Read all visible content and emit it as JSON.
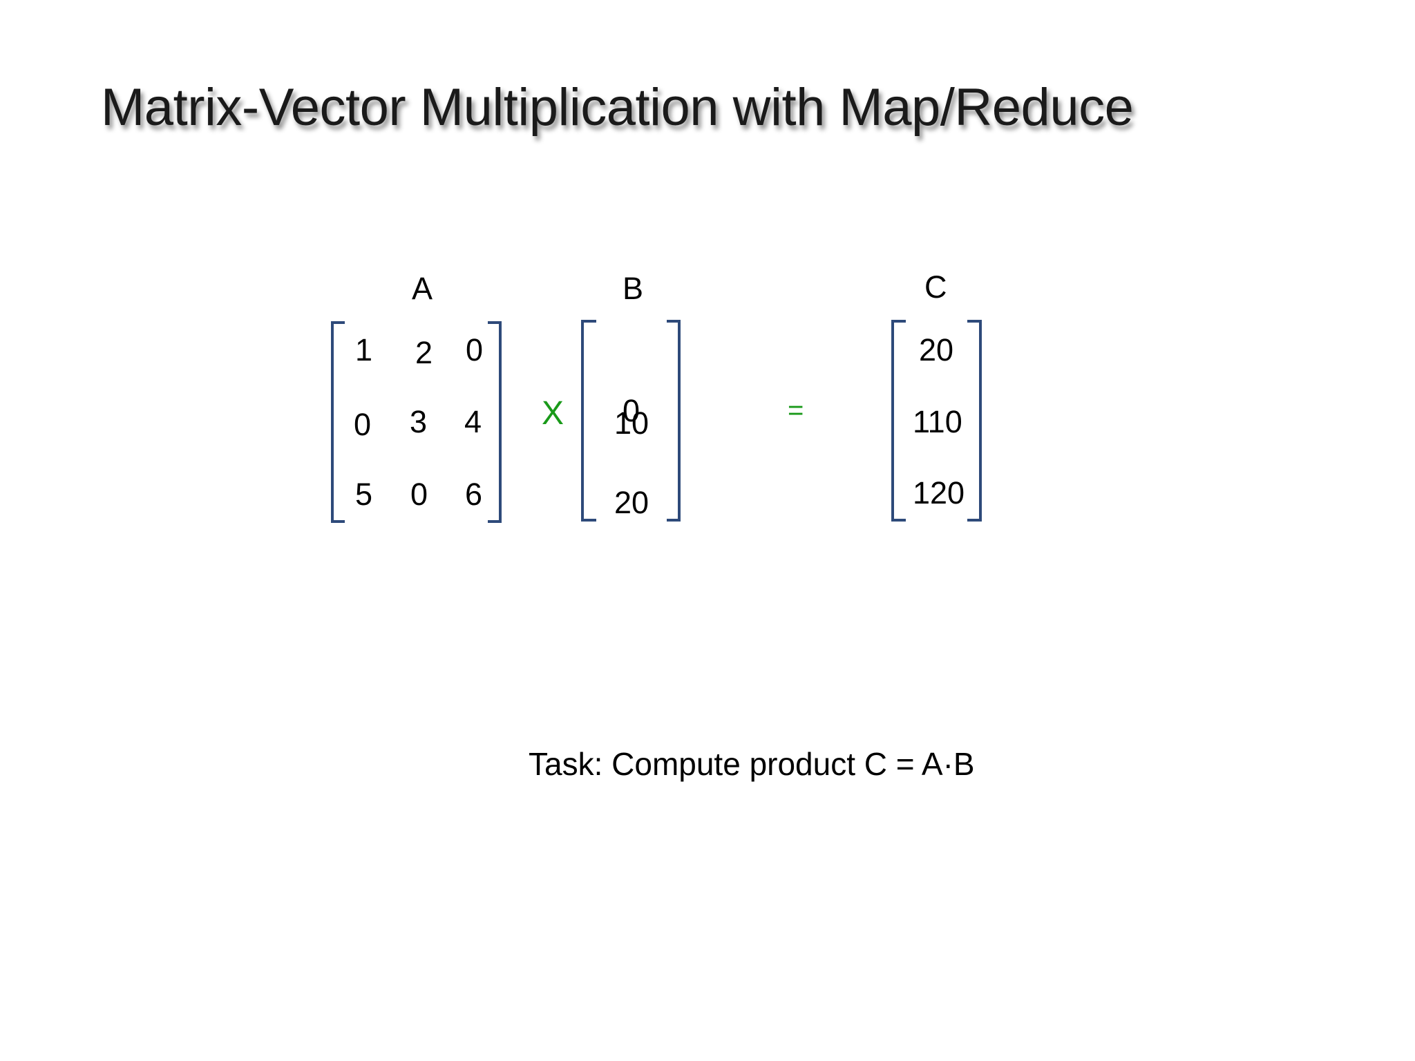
{
  "slide": {
    "title": "Matrix-Vector Multiplication with Map/Reduce",
    "task": "Task: Compute product C = A·B"
  },
  "matrices": {
    "a": {
      "label": "A",
      "rows": [
        [
          "1",
          "2",
          "0"
        ],
        [
          "0",
          "3",
          "4"
        ],
        [
          "5",
          "0",
          "6"
        ]
      ]
    },
    "b": {
      "label": "B",
      "rows": [
        "0",
        "10",
        "20"
      ]
    },
    "c": {
      "label": "C",
      "rows": [
        "20",
        "110",
        "120"
      ]
    }
  },
  "operators": {
    "multiply": "X",
    "equals": "="
  },
  "colors": {
    "bracket": "#2e4a7a",
    "operator": "#1a9a1a",
    "title_shadow": "#7f7f7f"
  }
}
